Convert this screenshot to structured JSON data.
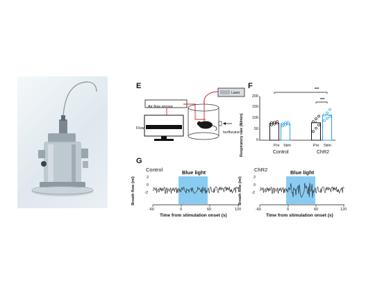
{
  "panel_e": {
    "label": "E",
    "air_flow_sensor": "Air flow sensor",
    "flow": "Flow",
    "laser": "Laser",
    "isoflurane": "Isoflurane"
  },
  "panel_f": {
    "label": "F",
    "ylabel": "Respiratory rate (N/min)",
    "yticks": [
      "0",
      "50",
      "100",
      "150",
      "200"
    ],
    "sig1": "***",
    "sig2": "***",
    "conditions": [
      "Pre",
      "Stim",
      "Pre",
      "Stim"
    ],
    "groups": [
      "Control",
      "ChR2"
    ]
  },
  "panel_g": {
    "label": "G",
    "ylabel": "Breath flow (ml)",
    "yticks": [
      "2",
      "0",
      "-2"
    ],
    "xticks": [
      "-60",
      "0",
      "60",
      "120"
    ],
    "xlabel": "Time from stimulation onset (s)",
    "stim_label": "Blue light",
    "left_title": "Control",
    "right_title": "ChR2"
  },
  "chart_data": {
    "type": "bar",
    "categories": [
      "Control Pre",
      "Control Stim",
      "ChR2 Pre",
      "ChR2 Stim"
    ],
    "values": [
      78,
      75,
      80,
      115
    ],
    "ylim": [
      0,
      200
    ],
    "ylabel": "Respiratory rate (N/min)",
    "colors": [
      "#111111",
      "#2a9fe0",
      "#111111",
      "#2a9fe0"
    ],
    "points": [
      [
        70,
        74,
        78,
        80,
        82,
        85
      ],
      [
        65,
        70,
        74,
        76,
        80,
        82
      ],
      [
        40,
        55,
        70,
        85,
        98,
        110
      ],
      [
        90,
        100,
        108,
        115,
        125,
        140
      ]
    ]
  }
}
